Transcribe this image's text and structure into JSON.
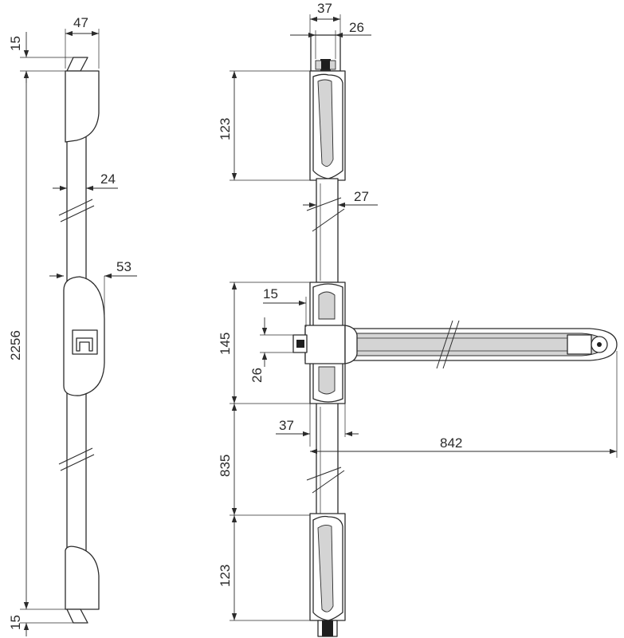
{
  "dimensions": {
    "side_top_width": "47",
    "side_top_gap": "15",
    "side_total_height": "2256",
    "side_rod_width": "24",
    "side_lock_depth": "53",
    "side_bottom_gap": "15",
    "front_top_width": "37",
    "front_top_offset": "26",
    "front_top_guide_height": "123",
    "front_rod_width": "27",
    "front_handle_offset": "15",
    "front_lock_height": "145",
    "front_spindle_size": "26",
    "front_rod_depth": "37",
    "front_handle_length": "842",
    "front_lower_rod_height": "835",
    "front_bottom_guide_height": "123"
  }
}
